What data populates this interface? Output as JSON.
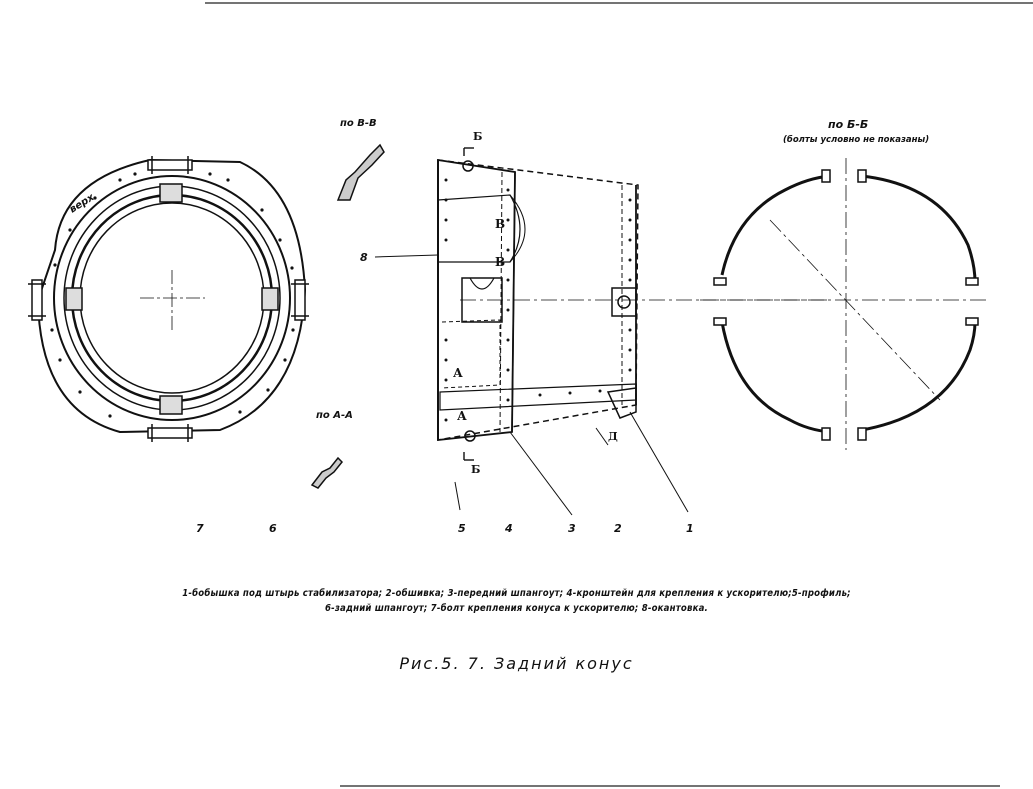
{
  "views": {
    "section_vv": "по В-В",
    "section_aa": "по А-А",
    "section_bb": "по Б-Б",
    "section_bb_note": "(болты условно не показаны)",
    "verkh": "верх"
  },
  "markers": {
    "b_top": "Б",
    "b_bottom": "Б",
    "v1": "В",
    "v2": "В",
    "a1": "А",
    "a2": "А",
    "d": "Д"
  },
  "callouts": {
    "c1": "1",
    "c2": "2",
    "c3": "3",
    "c4": "4",
    "c5": "5",
    "c6": "6",
    "c7": "7",
    "c8": "8"
  },
  "caption": {
    "line1": "1-бобышка под штырь стабилизатора; 2-обшивка; 3-передний шпангоут; 4-кронштейн для крепления к ускорителю;5-профиль;",
    "line2": "6-задний шпангоут; 7-болт крепления конуса к ускорителю; 8-окантовка."
  },
  "figure_title": "Рис.5. 7. Задний конус"
}
